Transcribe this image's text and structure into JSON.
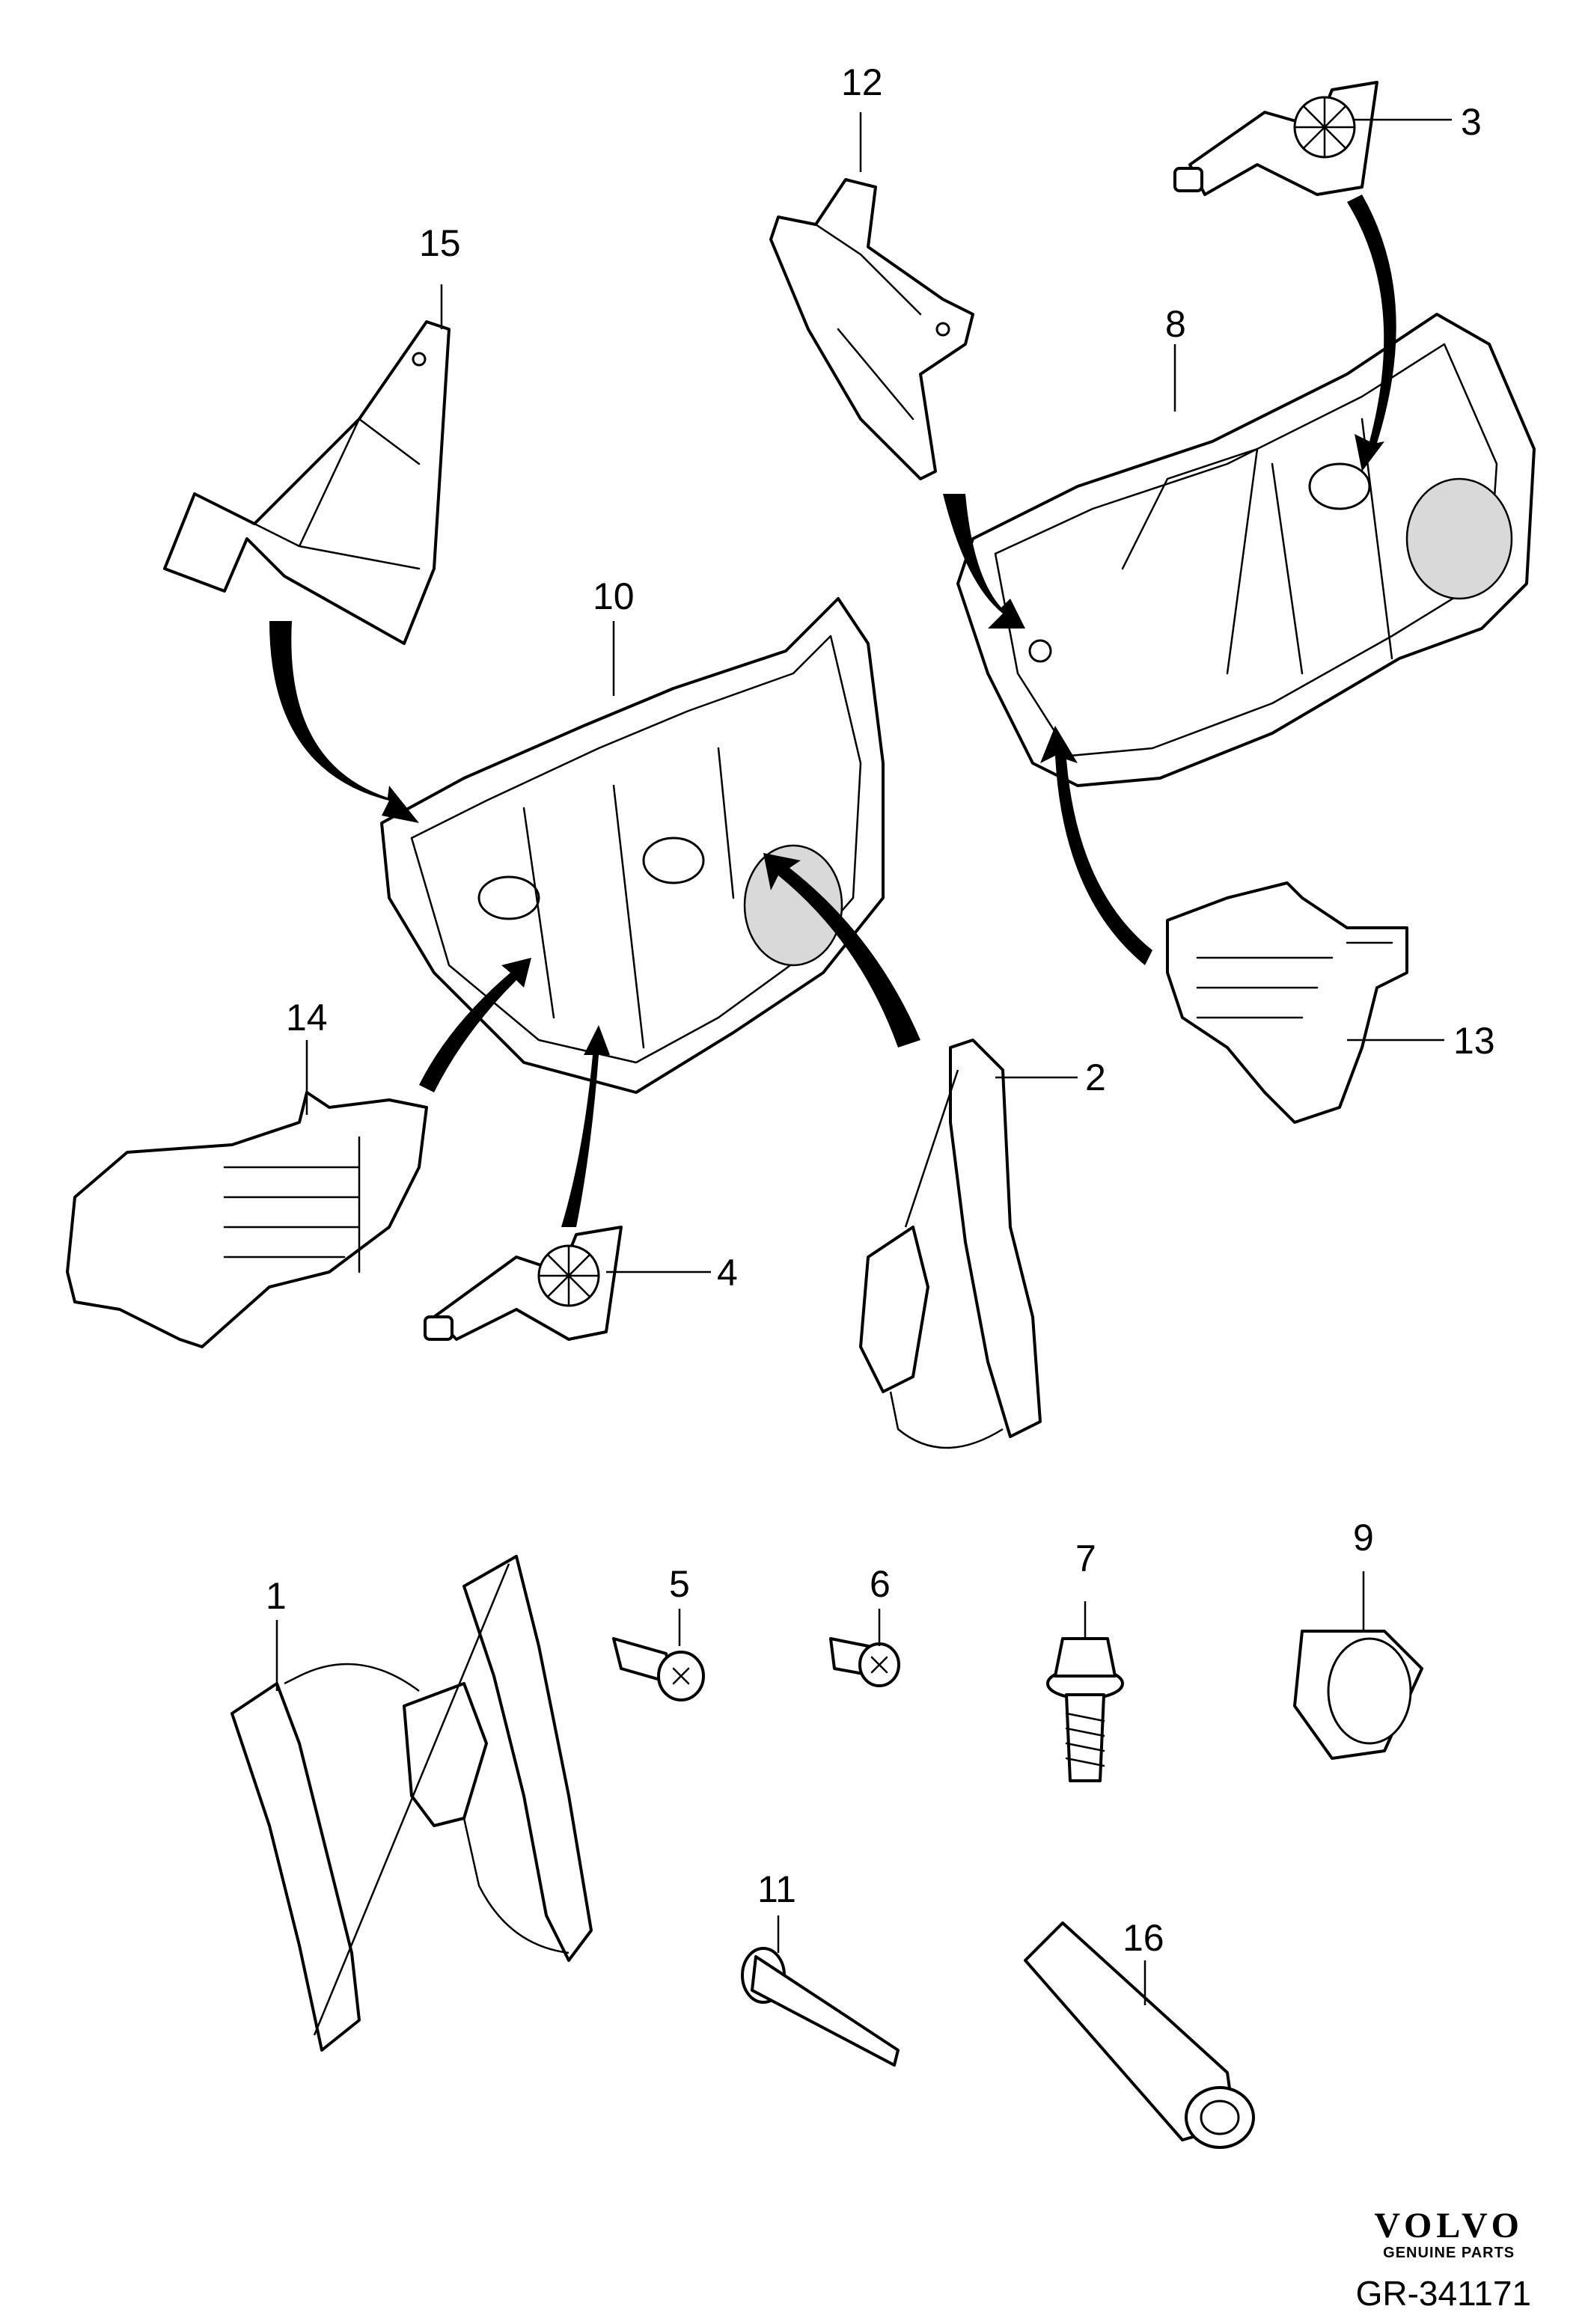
{
  "callouts": {
    "c1": "1",
    "c2": "2",
    "c3": "3",
    "c4": "4",
    "c5": "5",
    "c6": "6",
    "c7": "7",
    "c8": "8",
    "c9": "9",
    "c10": "10",
    "c11": "11",
    "c12": "12",
    "c13": "13",
    "c14": "14",
    "c15": "15",
    "c16": "16"
  },
  "brand": {
    "name": "VOLVO",
    "tagline": "GENUINE PARTS"
  },
  "reference": "GR-341171"
}
